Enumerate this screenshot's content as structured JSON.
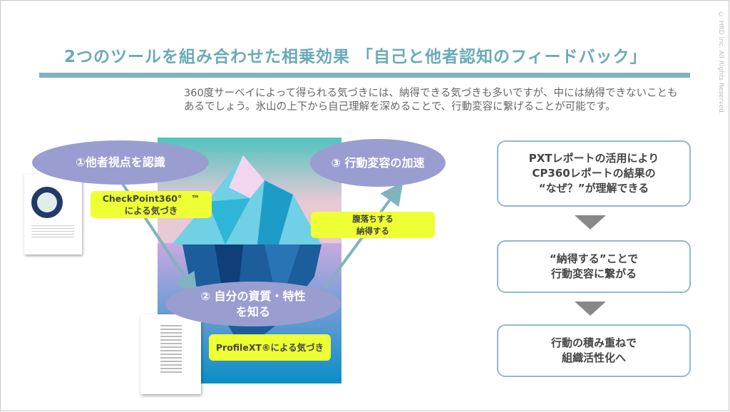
{
  "title": "2つのツールを組み合わせた相乗効果 「自己と他者認知のフィードバック」",
  "lead": "360度サーベイによって得られる気づきには、納得できる気づきも多いですが、中には納得できないこともあるでしょう。氷山の上下から自己理解を深めることで、行動変容に繋げることが可能です。",
  "copyright": "© HRD Inc. All Rights Reserved.",
  "steps": {
    "s1": "①他者視点を認識",
    "s2a": "② 自分の資質・特性",
    "s2b": "を知る",
    "s3": "③ 行動変容の加速"
  },
  "labels": {
    "cp_a": "CheckPoint360°　™",
    "cp_b": "による気づき",
    "fuku_a": "腹落ちする",
    "fuku_b": "納得する",
    "pxt": "ProfileXT®による気づき"
  },
  "flow": [
    {
      "l1": "PXTレポートの活用により",
      "l2": "CP360レポートの結果の",
      "l3": "“なぜ？”が理解できる"
    },
    {
      "l1": "“納得する”ことで",
      "l2": "行動変容に繋がる"
    },
    {
      "l1": "行動の積み重ねで",
      "l2": "組織活性化へ"
    }
  ],
  "colors": {
    "accent": "#7fb3bf",
    "ellipse": "#9a9dd0",
    "highlight": "#eeff33"
  }
}
